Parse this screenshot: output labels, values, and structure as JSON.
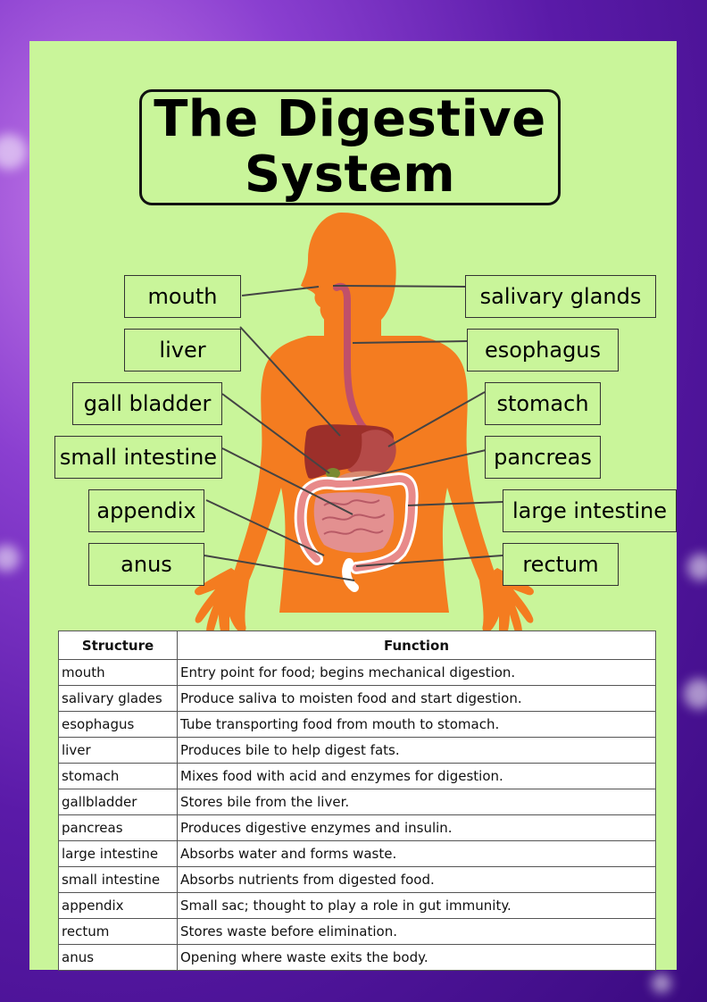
{
  "title_line1": "The Digestive",
  "title_line2": "System",
  "labels": {
    "mouth": "mouth",
    "liver": "liver",
    "gall_bladder": "gall bladder",
    "small_intestine": "small intestine",
    "appendix": "appendix",
    "anus": "anus",
    "salivary_glands": "salivary glands",
    "esophagus": "esophagus",
    "stomach": "stomach",
    "pancreas": "pancreas",
    "large_intestine": "large intestine",
    "rectum": "rectum"
  },
  "table": {
    "headers": [
      "Structure",
      "Function"
    ],
    "rows": [
      [
        "mouth",
        "Entry point for food; begins mechanical digestion."
      ],
      [
        "salivary glades",
        "Produce saliva to moisten food and start digestion."
      ],
      [
        "esophagus",
        "Tube transporting food from mouth to stomach."
      ],
      [
        "liver",
        "Produces bile to help digest fats."
      ],
      [
        "stomach",
        "Mixes food with acid and enzymes for digestion."
      ],
      [
        "gallbladder",
        "Stores bile from the liver."
      ],
      [
        "pancreas",
        "Produces digestive enzymes and insulin."
      ],
      [
        "large intestine",
        "Absorbs water and forms waste."
      ],
      [
        "small intestine",
        "Absorbs nutrients from digested food."
      ],
      [
        "appendix",
        "Small sac; thought to play a role in gut immunity."
      ],
      [
        "rectum",
        "Stores waste before elimination."
      ],
      [
        "anus",
        "Opening where waste exits the body."
      ]
    ]
  },
  "colors": {
    "background": "#6a2bbf",
    "sheet": "#c9f59a",
    "body_silhouette": "#f47c20",
    "liver": "#9c2f2a",
    "intestine": "#e8a0a0",
    "table_bg": "#ffffff"
  }
}
